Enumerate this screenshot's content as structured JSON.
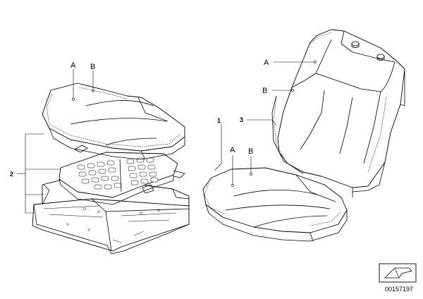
{
  "diagram": {
    "callouts": {
      "part_1": "1",
      "part_2": "2",
      "part_3": "3",
      "a_left": "A",
      "b_left": "B",
      "a_right_seat": "A",
      "b_right_seat": "B",
      "a_backrest": "A",
      "b_backrest": "B"
    },
    "reference_number": "00157197"
  }
}
